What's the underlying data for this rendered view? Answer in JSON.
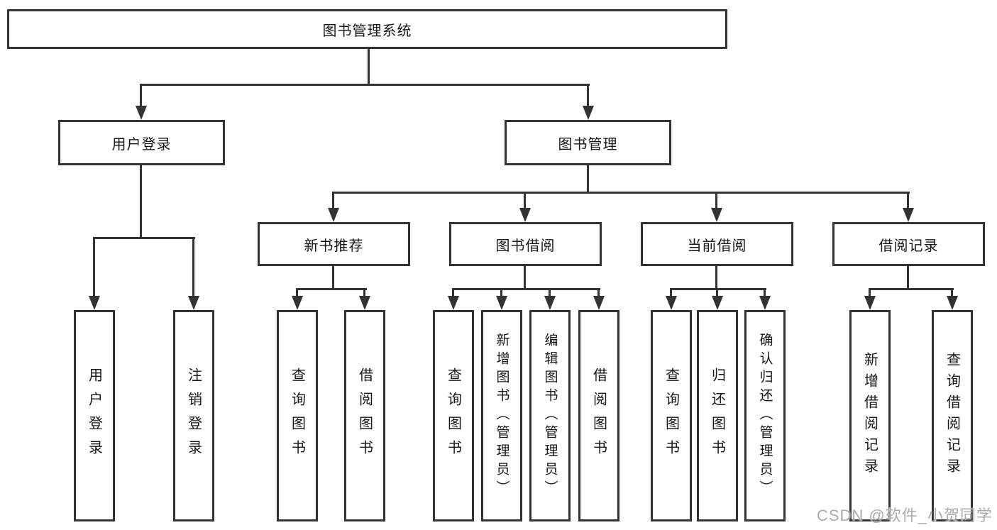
{
  "diagram": {
    "root": "图书管理系统",
    "user_login": {
      "label": "用户登录",
      "children": [
        "用户登录",
        "注销登录"
      ]
    },
    "book_mgmt": {
      "label": "图书管理",
      "groups": [
        {
          "label": "新书推荐",
          "children": [
            "查询图书",
            "借阅图书"
          ]
        },
        {
          "label": "图书借阅",
          "children": [
            "查询图书",
            "新增图书（管理员）",
            "编辑图书（管理员）",
            "借阅图书"
          ]
        },
        {
          "label": "当前借阅",
          "children": [
            "查询图书",
            "归还图书",
            "确认归还（管理员）"
          ]
        },
        {
          "label": "借阅记录",
          "children": [
            "新增借阅记录",
            "查询借阅记录"
          ]
        }
      ]
    },
    "line_color": "#333333",
    "watermark": "CSDN @软件_小贺同学"
  }
}
